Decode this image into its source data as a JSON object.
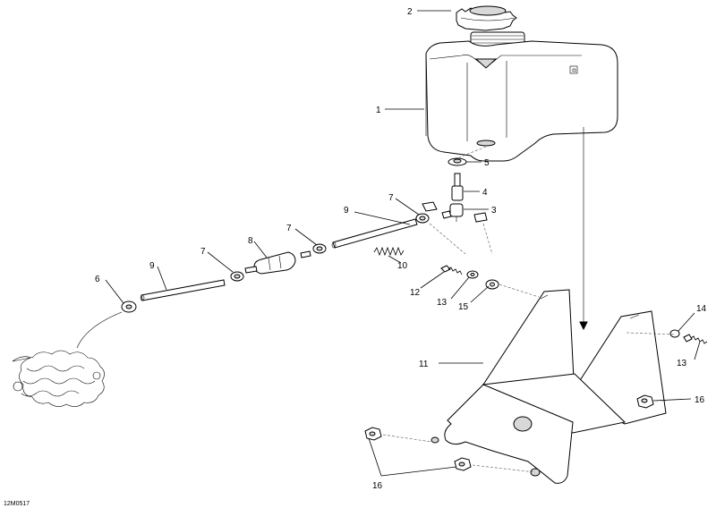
{
  "diagram": {
    "code": "12M0517",
    "callouts": {
      "c1": "1",
      "c2": "2",
      "c3": "3",
      "c4": "4",
      "c5": "5",
      "c6": "6",
      "c7a": "7",
      "c7b": "7",
      "c7c": "7",
      "c8": "8",
      "c9a": "9",
      "c9b": "9",
      "c10": "10",
      "c11": "11",
      "c12": "12",
      "c13a": "13",
      "c13b": "13",
      "c14": "14",
      "c15": "15",
      "c16a": "16",
      "c16b": "16"
    }
  }
}
